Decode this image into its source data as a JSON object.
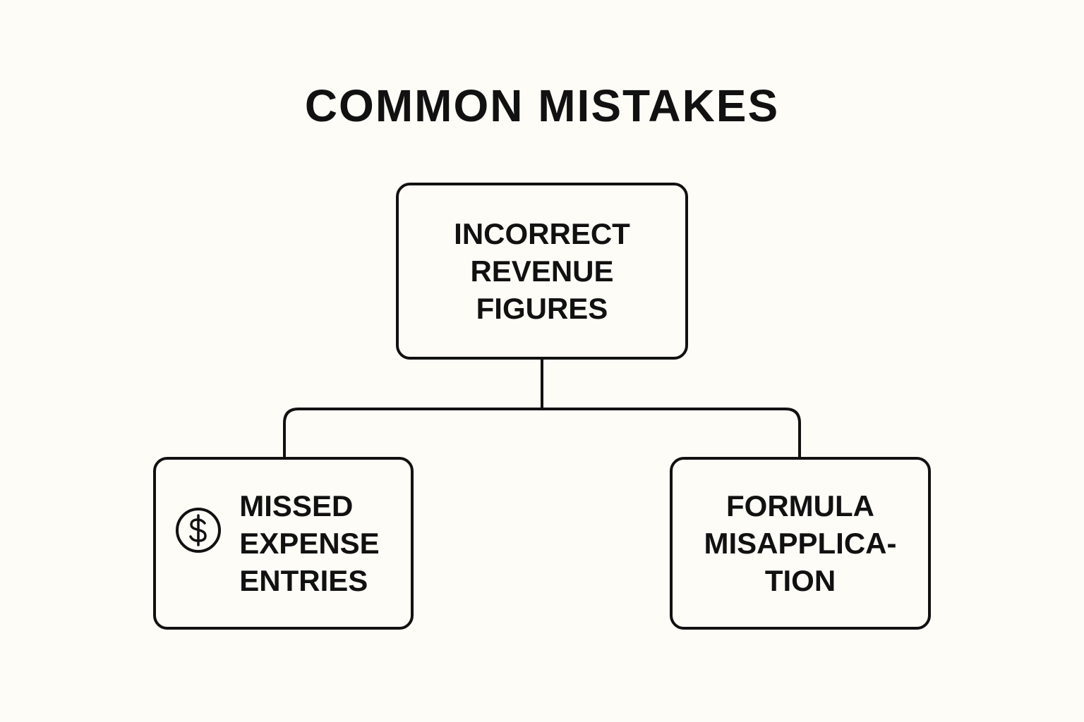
{
  "title": "COMMON MISTAKES",
  "nodes": {
    "root": {
      "label": "INCORRECT\nREVENUE\nFIGURES"
    },
    "left": {
      "label": "MISSED\nEXPENSE\nENTRIES",
      "icon": "dollar-icon"
    },
    "right": {
      "label": "FORMULA\nMISAPPLICA-\nTION"
    }
  },
  "colors": {
    "background": "#fdfcf7",
    "stroke": "#111111"
  }
}
